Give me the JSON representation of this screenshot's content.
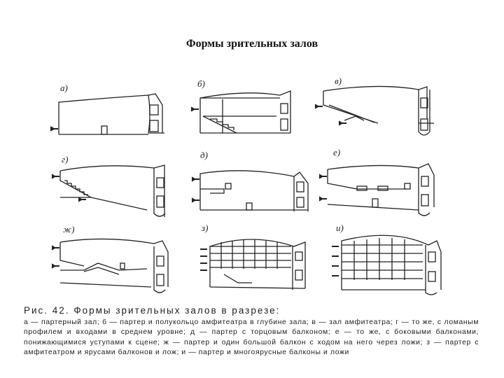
{
  "title": "Формы зрительных залов",
  "labels": {
    "a": "а)",
    "b": "б)",
    "v": "в)",
    "g": "г)",
    "d": "д)",
    "e": "е)",
    "zh": "ж)",
    "z": "з)",
    "i": "и)"
  },
  "caption": {
    "heading": "Рис. 42. Формы зрительных залов в разрезе:",
    "text": "а — партерный зал; б — партер и полукольцо амфитеатра в глубине зала; в — зал амфитеатра; г — то же, с ломаным профилем и входами в среднем уровне; д — партер с торцовым балконом; е — то же, с боковыми балконами, понижающимися уступами к сцене; ж — партер и один большой балкон с ходом на него через ложи; з — партер с амфитеатром и ярусами балконов и лож; и — партер и многоярусные балконы и ложи"
  }
}
